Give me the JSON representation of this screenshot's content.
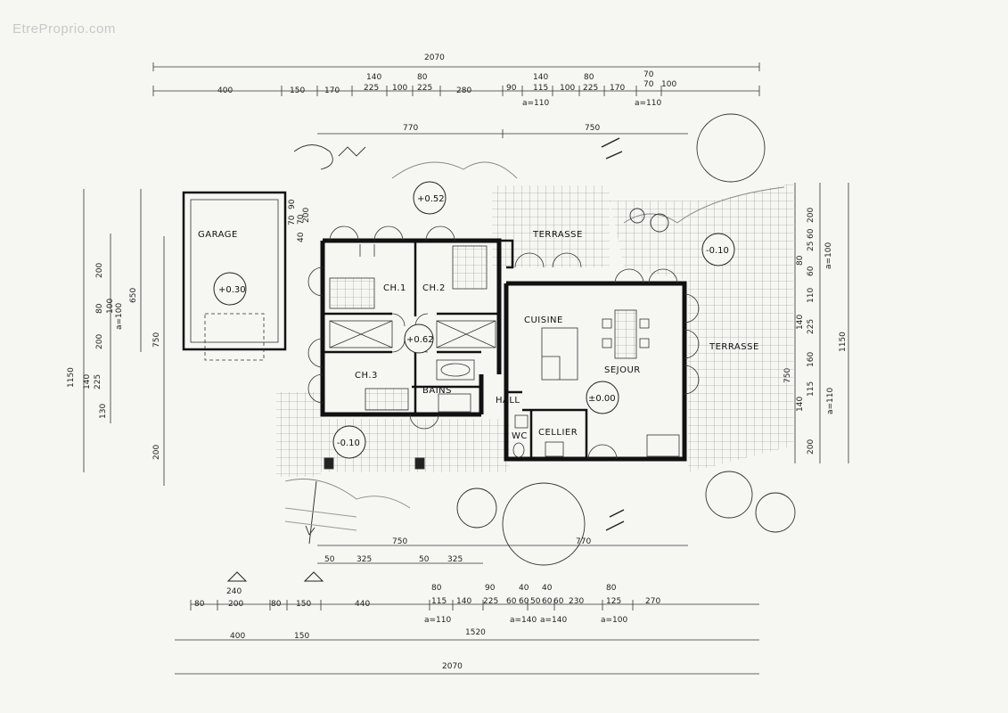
{
  "watermark": "EtreProprio.com",
  "rooms": {
    "garage": "GARAGE",
    "ch1": "CH.1",
    "ch2": "CH.2",
    "ch3": "CH.3",
    "bains": "BAINS",
    "cuisine": "CUISINE",
    "sejour": "SEJOUR",
    "hall": "HALL",
    "wc": "WC",
    "cellier": "CELLIER",
    "terrasse_top": "TERRASSE",
    "terrasse_right": "TERRASSE"
  },
  "levels": {
    "top_garden": "+0.52",
    "garage": "+0.30",
    "hall": "+0.62",
    "sejour": "±0.00",
    "terrace_right": "-0.10",
    "terrace_left": "-0.10"
  },
  "dims_top": {
    "total": "2070",
    "row2": [
      "400",
      "150",
      "170",
      "225",
      "100",
      "225",
      "280",
      "90",
      "115",
      "100",
      "225",
      "170",
      "70",
      "100"
    ],
    "upper": [
      "140",
      "80",
      "140",
      "80",
      "70"
    ],
    "a1": "a=110",
    "a2": "a=110",
    "wing_left": "770",
    "wing_right": "750"
  },
  "dims_left": {
    "total": "1150",
    "outer": [
      "200",
      "80",
      "100",
      "200",
      "140",
      "225",
      "130"
    ],
    "a": "a=100",
    "side1": "650",
    "side2": "750",
    "side3": "200",
    "garage_small": [
      "70",
      "90",
      "40",
      "70",
      "200"
    ]
  },
  "dims_right": {
    "total": "1150",
    "outer": [
      "200",
      "80",
      "25",
      "60",
      "60",
      "110",
      "140",
      "225",
      "160",
      "750",
      "115",
      "140",
      "200"
    ],
    "a": "a=100",
    "a2": "a=110"
  },
  "dims_bottom": {
    "total": "2070",
    "row_1520": "1520",
    "row3": [
      "400",
      "150"
    ],
    "upper_marks": [
      "240",
      "80",
      "90",
      "40",
      "40",
      "80"
    ],
    "row1": [
      "80",
      "200",
      "80",
      "150",
      "440",
      "115",
      "140",
      "225",
      "60",
      "60",
      "50",
      "60",
      "60",
      "230",
      "125",
      "270"
    ],
    "a_labels": [
      "a=110",
      "a=140",
      "a=140",
      "a=100"
    ],
    "inner": [
      "750",
      "770"
    ],
    "inner2": [
      "50",
      "325",
      "50",
      "325"
    ]
  }
}
